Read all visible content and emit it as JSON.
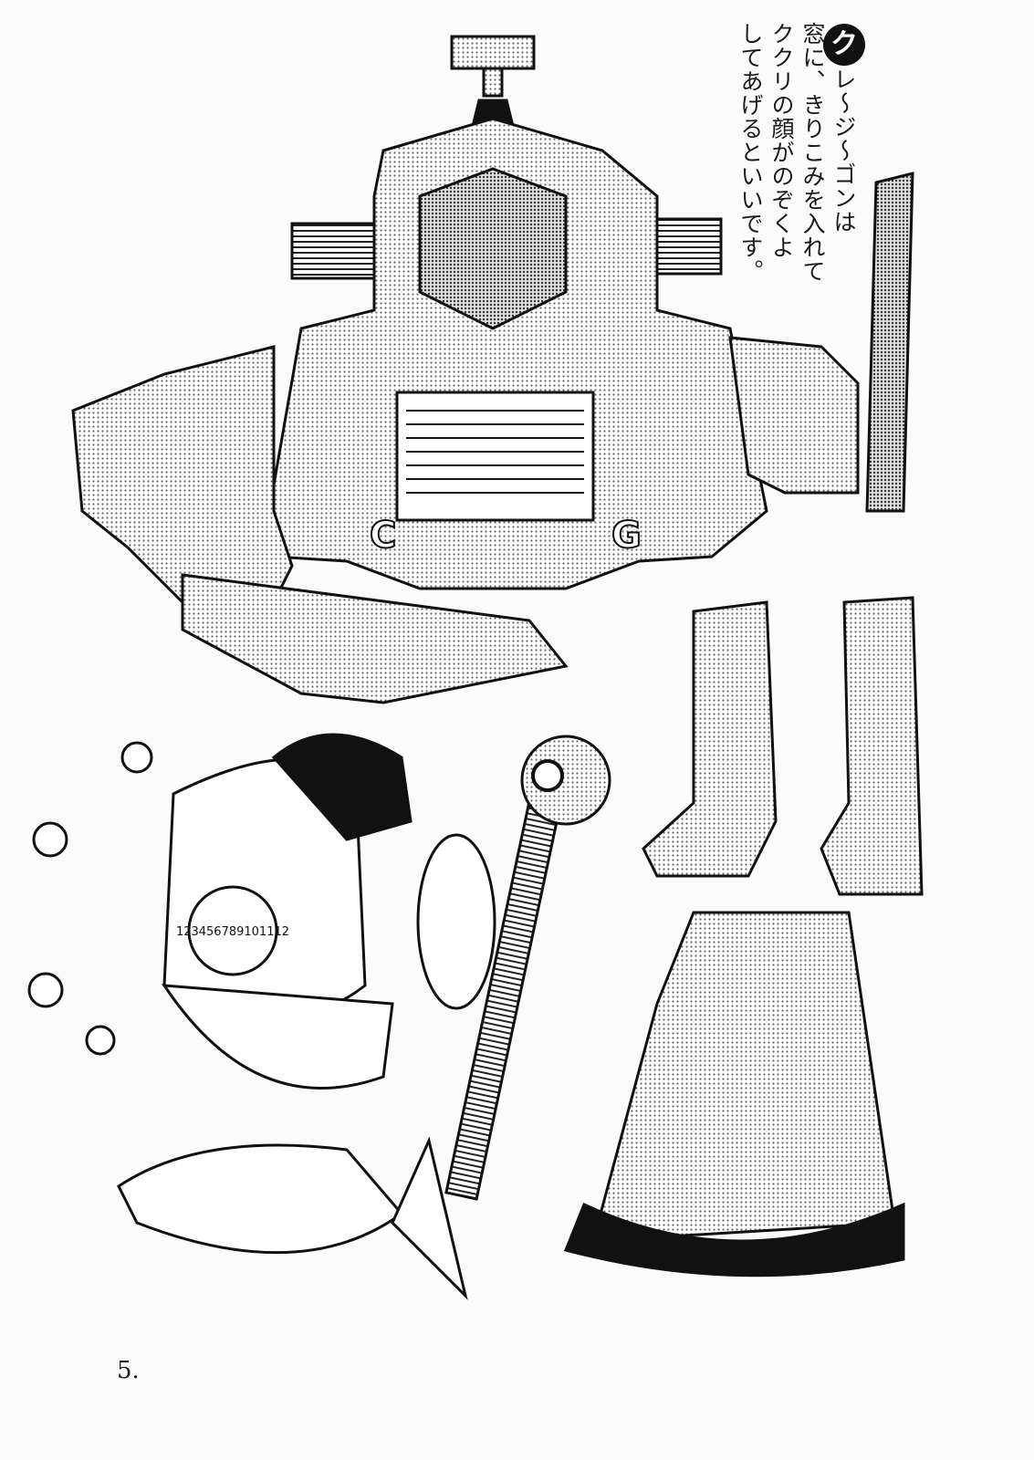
{
  "note": {
    "badge": "ク",
    "lines": [
      "レ〜ジ〜ゴンは",
      "窓に、きりこみを入れて",
      "ククリの顔がのぞくよ",
      "してあげるといいです。"
    ]
  },
  "clock_numbers": "123456789101112",
  "robot_letters": [
    "C",
    "G"
  ],
  "page_number": "5."
}
